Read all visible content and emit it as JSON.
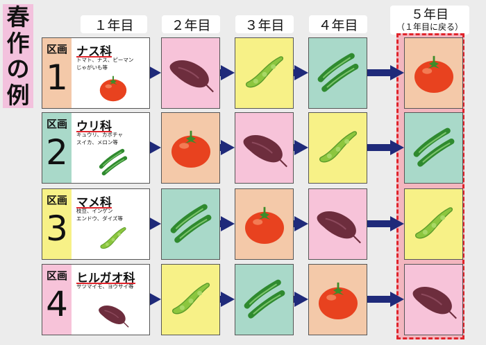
{
  "title_chars": [
    "春",
    "作",
    "の",
    "例"
  ],
  "columns": [
    "１年目",
    "２年目",
    "３年目",
    "４年目"
  ],
  "column5": {
    "line1": "５年目",
    "line2": "（１年目に戻る）"
  },
  "plot_label": "区画",
  "colors": {
    "tomato": "#f4c9a9",
    "cucurbit": "#a9d9c9",
    "legume": "#f7f187",
    "sweetpotato": "#f7c3d9",
    "arrow": "#1f2a7a",
    "highlight_border": "#e0242b"
  },
  "rows": [
    {
      "num": "1",
      "family": "ナス科",
      "ex1": "トマト、ナス、ピーマン",
      "ex2": "じゃがいも等",
      "crops": [
        "tomato",
        "sweetpotato",
        "bean",
        "cucumber",
        "tomato"
      ]
    },
    {
      "num": "2",
      "family": "ウリ科",
      "ex1": "キュウリ、カボチャ",
      "ex2": "スイカ、メロン等",
      "crops": [
        "cucumber",
        "tomato",
        "sweetpotato",
        "bean",
        "cucumber"
      ]
    },
    {
      "num": "3",
      "family": "マメ科",
      "ex1": "枝豆、インゲン",
      "ex2": "エンドウ、ダイズ等",
      "crops": [
        "bean",
        "cucumber",
        "tomato",
        "sweetpotato",
        "bean"
      ]
    },
    {
      "num": "4",
      "family": "ヒルガオ科",
      "ex1": "サツマイモ、ヨウサイ等",
      "ex2": "",
      "crops": [
        "sweetpotato",
        "bean",
        "cucumber",
        "tomato",
        "sweetpotato"
      ]
    }
  ]
}
